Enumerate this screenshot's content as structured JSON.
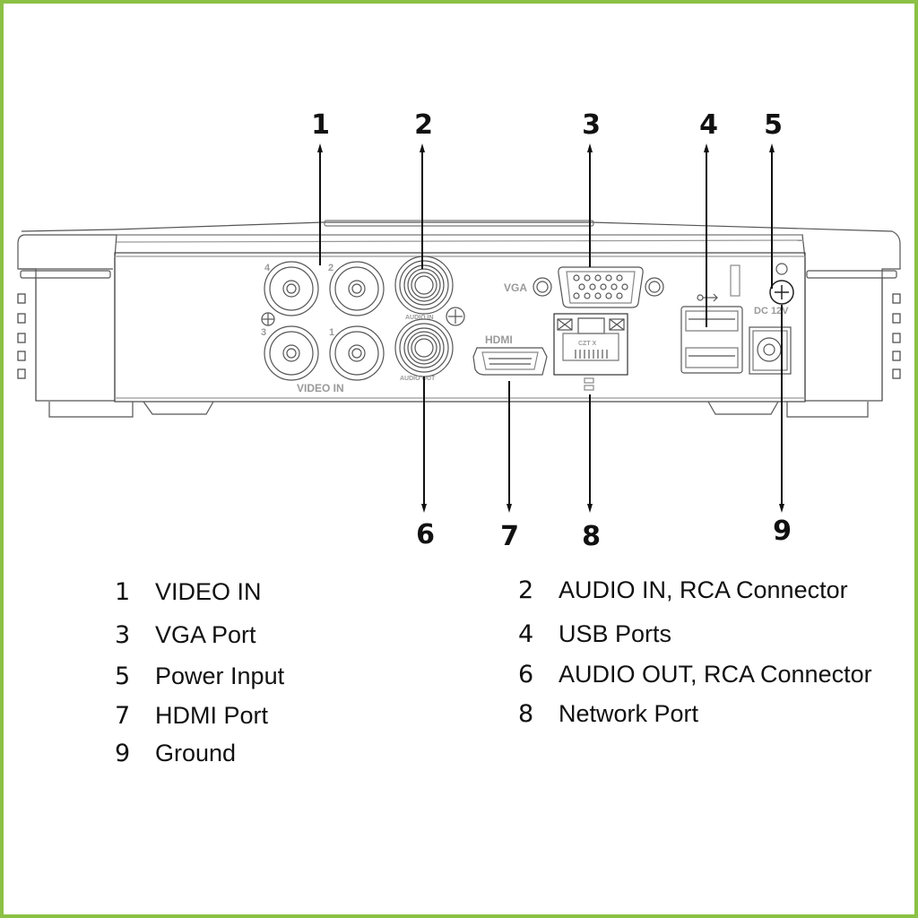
{
  "border_color": "#8bc145",
  "device": {
    "port_labels": {
      "video_in": "VIDEO IN",
      "audio_in": "AUDIO IN",
      "audio_out": "AUDIO OUT",
      "vga": "VGA",
      "hdmi": "HDMI",
      "network_ids": "CZT X",
      "dc": "DC 12V",
      "bnc_numbers": [
        "4",
        "2",
        "3",
        "1"
      ]
    }
  },
  "callouts": {
    "top": [
      "1",
      "2",
      "3",
      "4",
      "5"
    ],
    "bottom": [
      "6",
      "7",
      "8",
      "9"
    ]
  },
  "legend": {
    "left": [
      {
        "num": "1",
        "label": "VIDEO IN"
      },
      {
        "num": "3",
        "label": "VGA Port"
      },
      {
        "num": "5",
        "label": "Power Input"
      },
      {
        "num": "7",
        "label": "HDMI Port"
      },
      {
        "num": "9",
        "label": "Ground"
      }
    ],
    "right": [
      {
        "num": "2",
        "label": "AUDIO IN, RCA Connector"
      },
      {
        "num": "4",
        "label": "USB Ports"
      },
      {
        "num": "6",
        "label": "AUDIO OUT, RCA Connector"
      },
      {
        "num": "8",
        "label": "Network Port"
      }
    ]
  }
}
